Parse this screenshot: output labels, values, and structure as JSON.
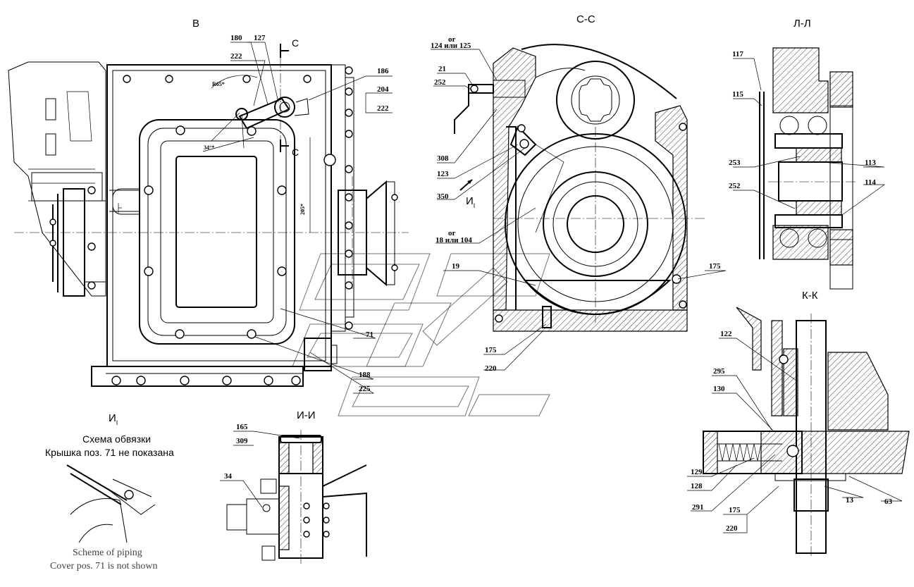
{
  "views": {
    "b": "B",
    "cc": "С-С",
    "ll": "Л-Л",
    "kk": "К-К",
    "ii": "И-И",
    "i1": "И",
    "i1_sub": "I",
    "i1_arrow": "И",
    "i1_arrow_sub": "I"
  },
  "section_marks": {
    "c_top": "С",
    "c_bottom": "С"
  },
  "dims": {
    "r65": "R65*",
    "a34": "34°*",
    "d205": "205*"
  },
  "view_b_labels": {
    "l180": "180",
    "l127": "127",
    "l222a": "222",
    "l186": "186",
    "l204": "204",
    "l222b": "222",
    "l71": "71",
    "l188": "188",
    "l225": "225"
  },
  "view_cc_labels": {
    "or1": "or",
    "l124": "124 или 125",
    "l21": "21",
    "l252": "252",
    "l308": "308",
    "l123": "123",
    "l350": "350",
    "or2": "or",
    "l18": "18 или 104",
    "l19": "19",
    "l175a": "175",
    "l175b": "175",
    "l220": "220"
  },
  "view_ll_labels": {
    "l117": "117",
    "l115": "115",
    "l253": "253",
    "l113": "113",
    "l252": "252",
    "l114": "114"
  },
  "view_kk_labels": {
    "l122": "122",
    "l295": "295",
    "l130": "130",
    "l129": "129",
    "l128": "128",
    "l291": "291",
    "l175": "175",
    "l220": "220",
    "l13": "13",
    "l63": "63"
  },
  "view_ii_labels": {
    "l165": "165",
    "l309": "309",
    "l34": "34"
  },
  "scheme": {
    "title_ru": "Схема обвязки",
    "note_ru": "Крышка поз. 71  не показана",
    "title_en": "Scheme of piping",
    "note_en": "Cover pos. 71 is not shown"
  }
}
